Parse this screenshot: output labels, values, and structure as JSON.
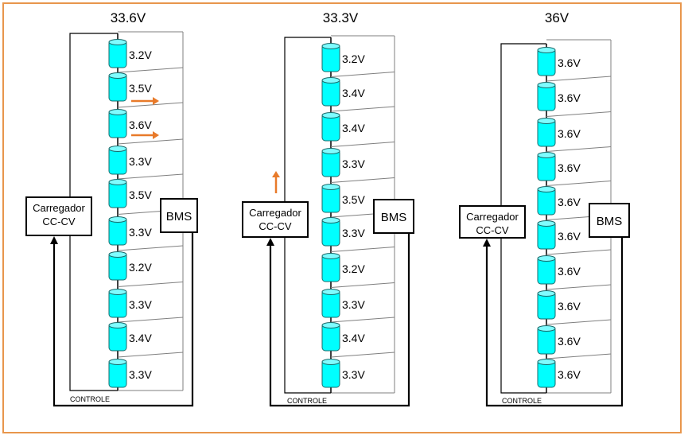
{
  "panels": [
    {
      "total": "33.6V",
      "cells": [
        "3.2V",
        "3.5V",
        "3.6V",
        "3.3V",
        "3.5V",
        "3.3V",
        "3.2V",
        "3.3V",
        "3.4V",
        "3.3V"
      ],
      "charger": [
        "Carregador",
        "CC-CV"
      ],
      "bms": "BMS",
      "control": "CONTROLE"
    },
    {
      "total": "33.3V",
      "cells": [
        "3.2V",
        "3.4V",
        "3.4V",
        "3.3V",
        "3.5V",
        "3.3V",
        "3.2V",
        "3.3V",
        "3.4V",
        "3.3V"
      ],
      "charger": [
        "Carregador",
        "CC-CV"
      ],
      "bms": "BMS",
      "control": "CONTROLE"
    },
    {
      "total": "36V",
      "cells": [
        "3.6V",
        "3.6V",
        "3.6V",
        "3.6V",
        "3.6V",
        "3.6V",
        "3.6V",
        "3.6V",
        "3.6V",
        "3.6V"
      ],
      "charger": [
        "Carregador",
        "CC-CV"
      ],
      "bms": "BMS",
      "control": "CONTROLE"
    }
  ],
  "colors": {
    "frame": "#e8964c",
    "cell": "#00ffff",
    "cell_stroke": "#1a6a6a",
    "arrow": "#e87a2a",
    "line": "#000000",
    "bms_wire": "#7f7f7f"
  },
  "icons": [
    "battery-cell-icon",
    "balancing-arrow-icon",
    "charge-arrow-icon"
  ]
}
